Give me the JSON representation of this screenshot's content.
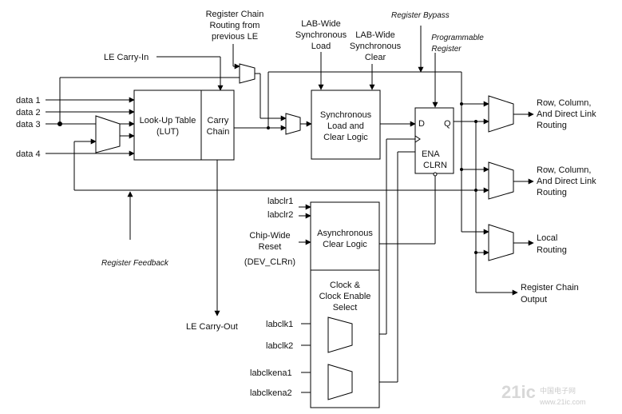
{
  "inputs": {
    "data1": "data 1",
    "data2": "data 2",
    "data3": "data 3",
    "data4": "data 4",
    "carry_in": "LE Carry-In",
    "carry_out": "LE Carry-Out",
    "reg_chain_in": [
      "Register Chain",
      "Routing from",
      "previous LE"
    ],
    "lab_sync_load": [
      "LAB-Wide",
      "Synchronous",
      "Load"
    ],
    "lab_sync_clear": [
      "LAB-Wide",
      "Synchronous",
      "Clear"
    ],
    "labclr1": "labclr1",
    "labclr2": "labclr2",
    "chip_reset": [
      "Chip-Wide",
      "Reset",
      "(DEV_CLRn)"
    ],
    "labclk1": "labclk1",
    "labclk2": "labclk2",
    "labclkena1": "labclkena1",
    "labclkena2": "labclkena2"
  },
  "blocks": {
    "lut": [
      "Look-Up Table",
      "(LUT)"
    ],
    "carry": [
      "Carry",
      "Chain"
    ],
    "sync_logic": [
      "Synchronous",
      "Load and",
      "Clear Logic"
    ],
    "async_logic": [
      "Asynchronous",
      "Clear Logic"
    ],
    "clock_select": [
      "Clock &",
      "Clock Enable",
      "Select"
    ],
    "register": {
      "d": "D",
      "q": "Q",
      "ena": "ENA",
      "clrn": "CLRN"
    }
  },
  "annotations": {
    "register_bypass": "Register Bypass",
    "programmable_register": [
      "Programmable",
      "Register"
    ],
    "register_feedback": "Register Feedback"
  },
  "outputs": {
    "row_col_1": [
      "Row, Column,",
      "And Direct Link",
      "Routing"
    ],
    "row_col_2": [
      "Row, Column,",
      "And Direct Link",
      "Routing"
    ],
    "local": [
      "Local",
      "Routing"
    ],
    "reg_chain_out": [
      "Register  Chain",
      "Output"
    ]
  },
  "watermark": {
    "logo": "21ic",
    "cn": "中国电子网",
    "url": "www.21ic.com"
  }
}
